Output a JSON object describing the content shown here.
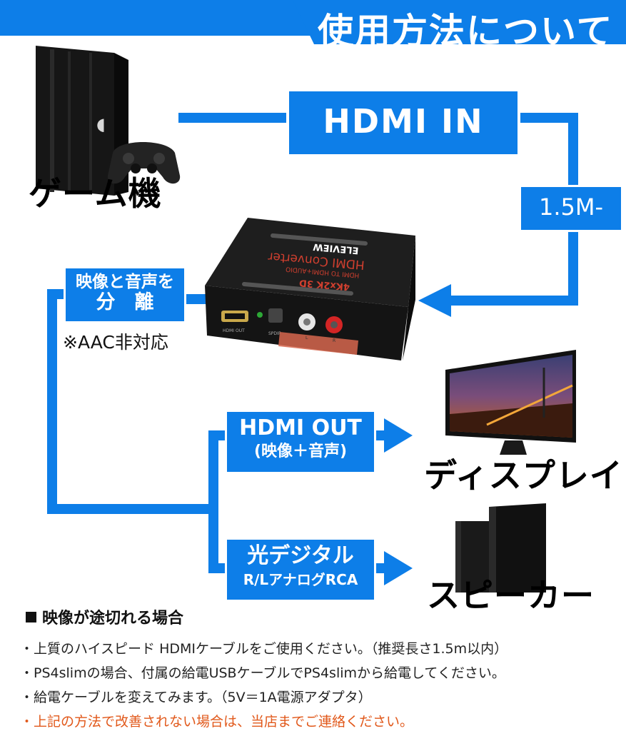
{
  "banner": {
    "title": "使用方法について"
  },
  "labels": {
    "game": "ゲーム機",
    "display": "ディスプレイ",
    "speaker": "スピーカー",
    "hdmi_in": "HDMI IN",
    "cable_length": "1.5M-",
    "separate_line1": "映像と音声を",
    "separate_line2": "分　離",
    "aac_note": "※AAC非対応",
    "hdmi_out_line1": "HDMI OUT",
    "hdmi_out_line2": "(映像＋音声)",
    "optical_line1": "光デジタル",
    "optical_line2": "R/LアナログRCA"
  },
  "device": {
    "brand": "ELEVIEW",
    "model": "HDMI Converter",
    "sub": "HDMI TO HDMI+AUDIO",
    "spec": "4Kx2K  3D",
    "port_hdmi": "HDMI OUT",
    "port_spdif": "SPDIF",
    "port_l": "L",
    "port_r": "R"
  },
  "notes": {
    "title": "映像が途切れる場合",
    "items": [
      "・上質のハイスピード HDMIケーブルをご使用ください。（推奨長さ1.5m以内）",
      "・PS4slimの場合、付属の給電USBケーブルでPS4slimから給電してください。",
      "・給電ケーブルを変えてみます。（5V＝1A電源アダプタ）"
    ],
    "warning": "・上記の方法で改善されない場合は、当店までご連絡ください。"
  },
  "colors": {
    "accent": "#0d7ee8",
    "warning": "#e1581a"
  }
}
